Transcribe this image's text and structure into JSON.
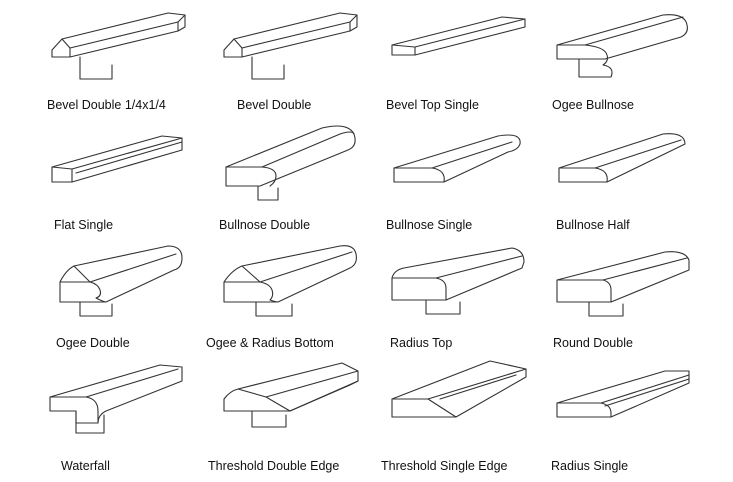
{
  "profiles": [
    {
      "id": "bevel-double-1-4x1-4",
      "label": "Bevel Double 1/4x1/4",
      "shape": "bevel-double-stepped"
    },
    {
      "id": "bevel-double",
      "label": "Bevel Double",
      "shape": "bevel-double-stepped"
    },
    {
      "id": "bevel-top-single",
      "label": "Bevel Top Single",
      "shape": "bevel-top-single"
    },
    {
      "id": "ogee-bullnose",
      "label": "Ogee Bullnose",
      "shape": "ogee-bullnose"
    },
    {
      "id": "flat-single",
      "label": "Flat Single",
      "shape": "flat-single"
    },
    {
      "id": "bullnose-double",
      "label": "Bullnose Double",
      "shape": "bullnose-double"
    },
    {
      "id": "bullnose-single",
      "label": "Bullnose Single",
      "shape": "bullnose-single"
    },
    {
      "id": "bullnose-half",
      "label": "Bullnose Half",
      "shape": "bullnose-half"
    },
    {
      "id": "ogee-double",
      "label": "Ogee Double",
      "shape": "ogee-double"
    },
    {
      "id": "ogee-radius-bottom",
      "label": "Ogee & Radius Bottom",
      "shape": "ogee-radius-bottom"
    },
    {
      "id": "radius-top",
      "label": "Radius Top",
      "shape": "radius-top"
    },
    {
      "id": "round-double",
      "label": "Round Double",
      "shape": "round-double"
    },
    {
      "id": "waterfall",
      "label": "Waterfall",
      "shape": "waterfall"
    },
    {
      "id": "threshold-double-edge",
      "label": "Threshold Double Edge",
      "shape": "threshold-double"
    },
    {
      "id": "threshold-single-edge",
      "label": "Threshold Single Edge",
      "shape": "threshold-single"
    },
    {
      "id": "radius-single",
      "label": "Radius Single",
      "shape": "radius-single"
    }
  ]
}
